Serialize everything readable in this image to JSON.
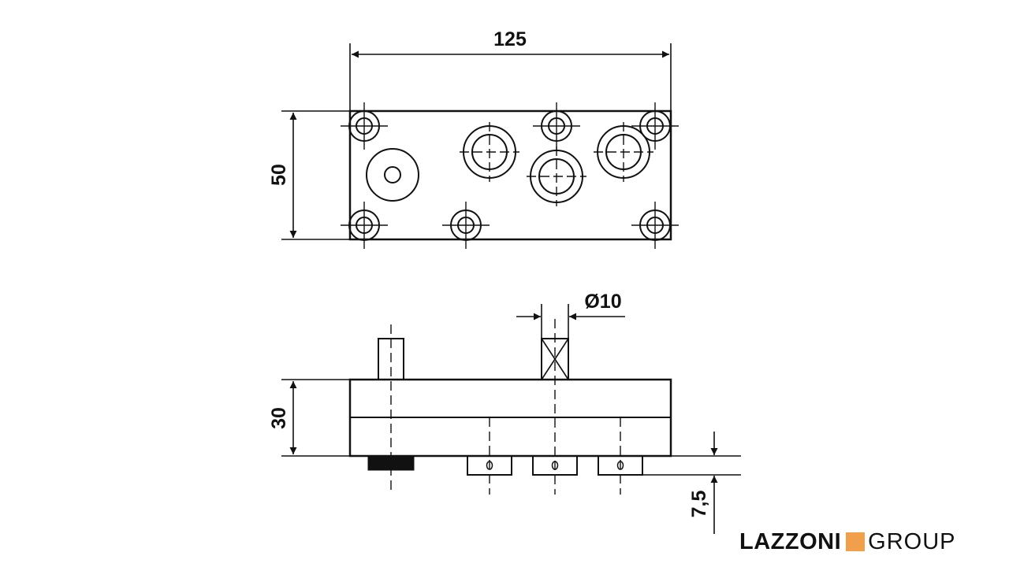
{
  "dimensions": {
    "width": "125",
    "height_top": "50",
    "diameter": "Ø10",
    "height_side": "30",
    "offset": "7,5"
  },
  "logo": {
    "word1": "LAZZONI",
    "word2": "GROUP",
    "accent_color": "#f0a04b"
  },
  "colors": {
    "line": "#111111",
    "background": "#ffffff"
  }
}
